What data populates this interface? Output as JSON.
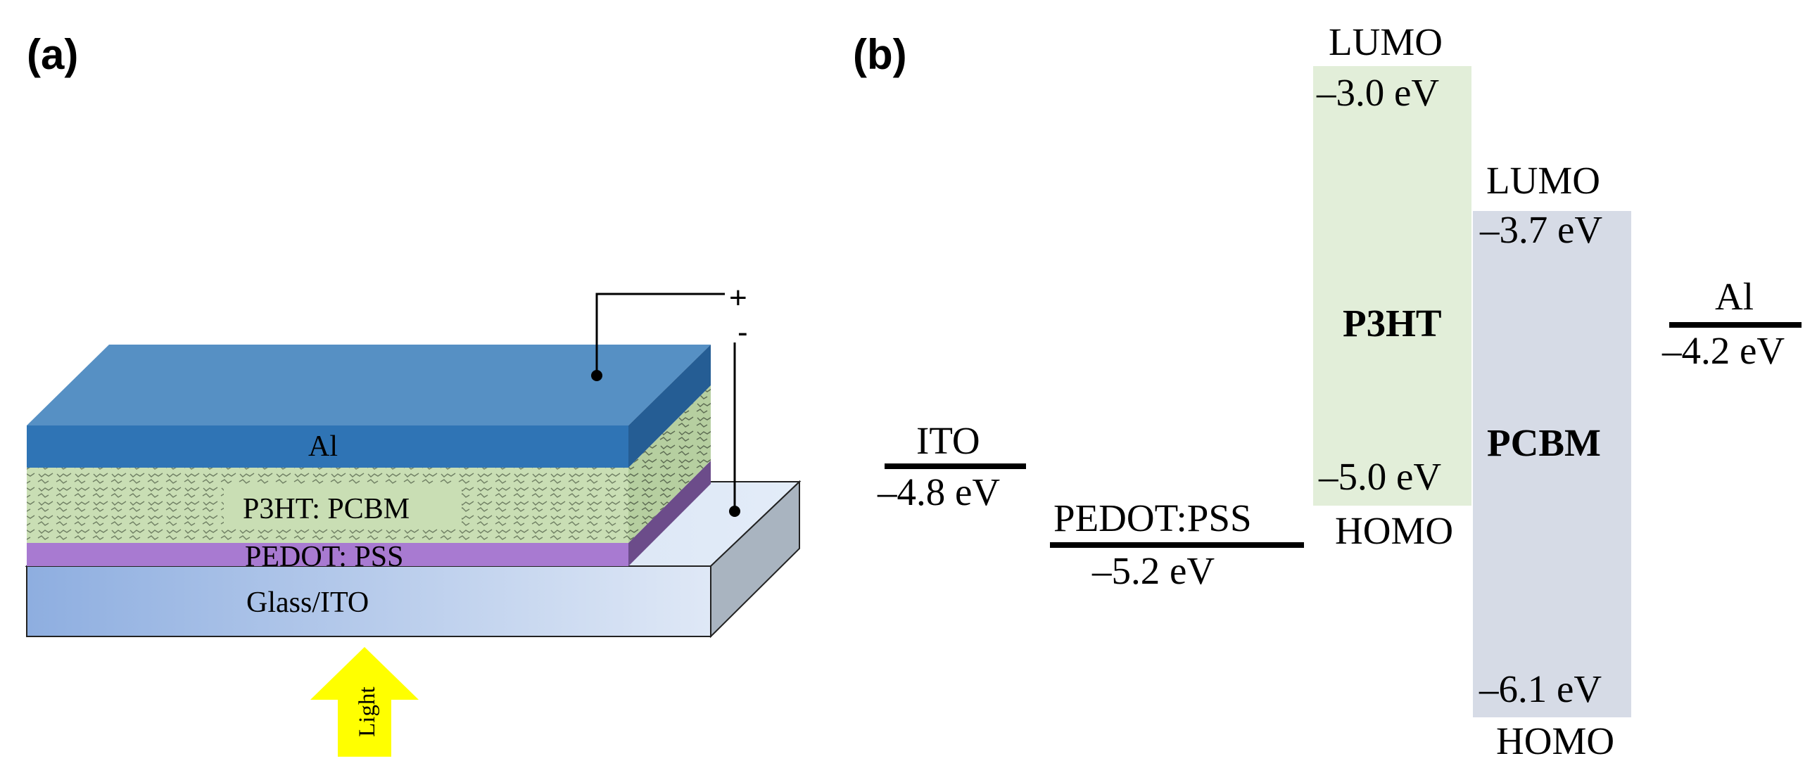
{
  "panels": {
    "a": "(a)",
    "b": "(b)"
  },
  "device": {
    "layers": {
      "al": "Al",
      "active": "P3HT: PCBM",
      "pedot": "PEDOT: PSS",
      "substrate": "Glass/ITO"
    },
    "terminals": {
      "positive": "+",
      "negative": "-"
    },
    "light_label": "Light",
    "colors": {
      "al": "#2f74b5",
      "active": "#c9deb4",
      "pedot": "#a87ad1",
      "substrate": "#9ab7e4",
      "light_arrow": "#ffff00"
    }
  },
  "energy_diagram": {
    "ito": {
      "name": "ITO",
      "level": "–4.8 eV"
    },
    "pedot": {
      "name": "PEDOT:PSS",
      "level": "–5.2 eV"
    },
    "p3ht": {
      "name": "P3HT",
      "lumo_label": "LUMO",
      "homo_label": "HOMO",
      "lumo": "–3.0 eV",
      "homo": "–5.0 eV",
      "color": "#e2eed9"
    },
    "pcbm": {
      "name": "PCBM",
      "lumo_label": "LUMO",
      "homo_label": "HOMO",
      "lumo": "–3.7 eV",
      "homo": "–6.1 eV",
      "color": "#d6dbe6"
    },
    "al": {
      "name": "Al",
      "level": "–4.2 eV"
    }
  }
}
